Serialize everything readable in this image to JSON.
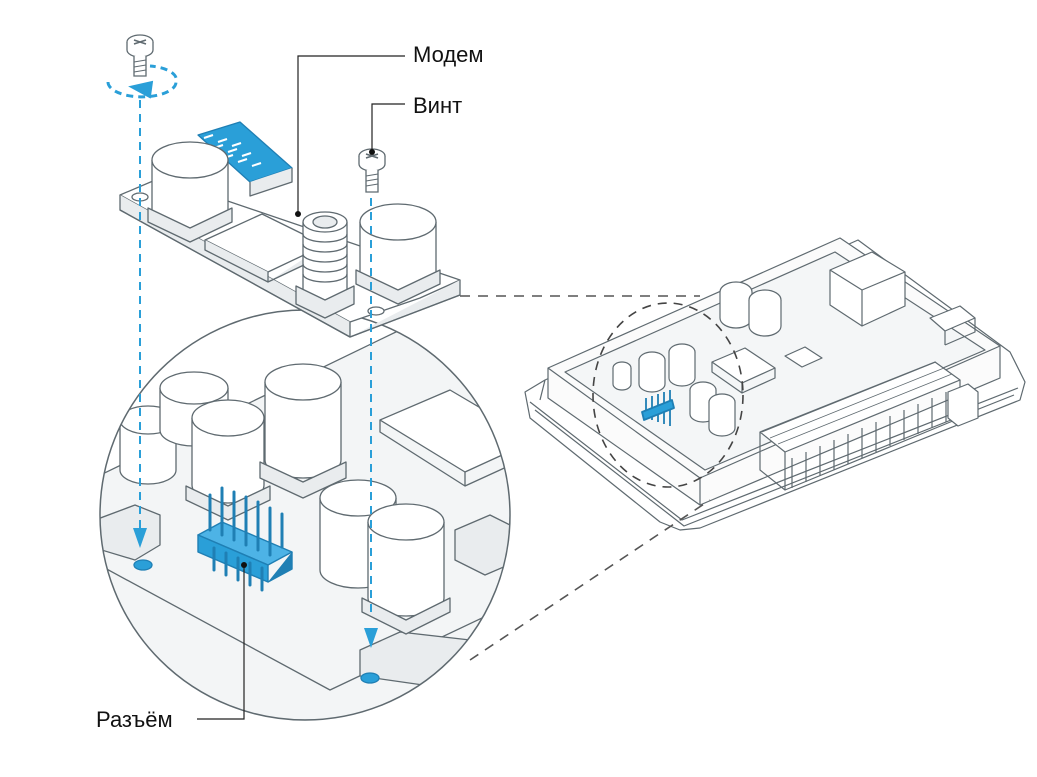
{
  "labels": {
    "modem": "Модем",
    "screw": "Винт",
    "connector": "Разъём"
  },
  "colors": {
    "outline": "#5f6a70",
    "line": "#222222",
    "accent": "#2a9fd8",
    "accent_dark": "#1f7fb4",
    "body_fill": "#ffffff",
    "shade": "#e9ecee",
    "shade_dark": "#cdd3d6"
  },
  "icons": {
    "rotation": "counterclockwise-rotation-arrow-icon",
    "screw": "screw-icon",
    "connector": "pin-header-connector-icon"
  }
}
